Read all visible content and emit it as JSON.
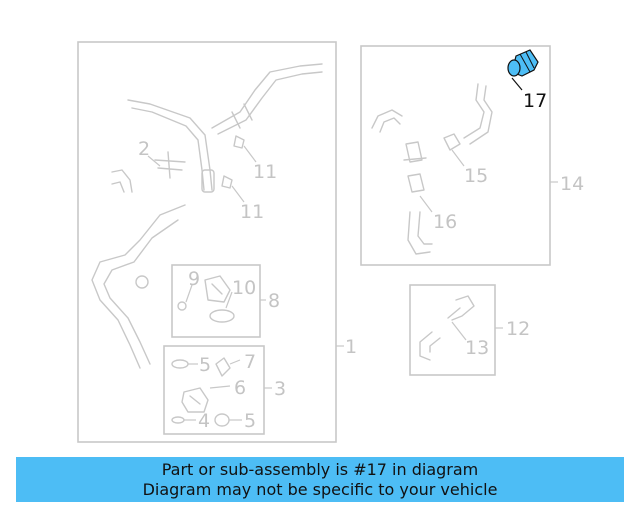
{
  "callouts": {
    "c1": "1",
    "c2": "2",
    "c3": "3",
    "c4": "4",
    "c5a": "5",
    "c5b": "5",
    "c6": "6",
    "c7": "7",
    "c8": "8",
    "c9": "9",
    "c10": "10",
    "c11a": "11",
    "c11b": "11",
    "c12": "12",
    "c13": "13",
    "c14": "14",
    "c15": "15",
    "c16": "16",
    "c17": "17"
  },
  "highlight": {
    "part_number": "17",
    "color": "#4dbdf5"
  },
  "banner": {
    "line1": "Part or sub-assembly is #17 in diagram",
    "line2": "Diagram may not be specific to your vehicle",
    "background": "#4dbdf5"
  }
}
